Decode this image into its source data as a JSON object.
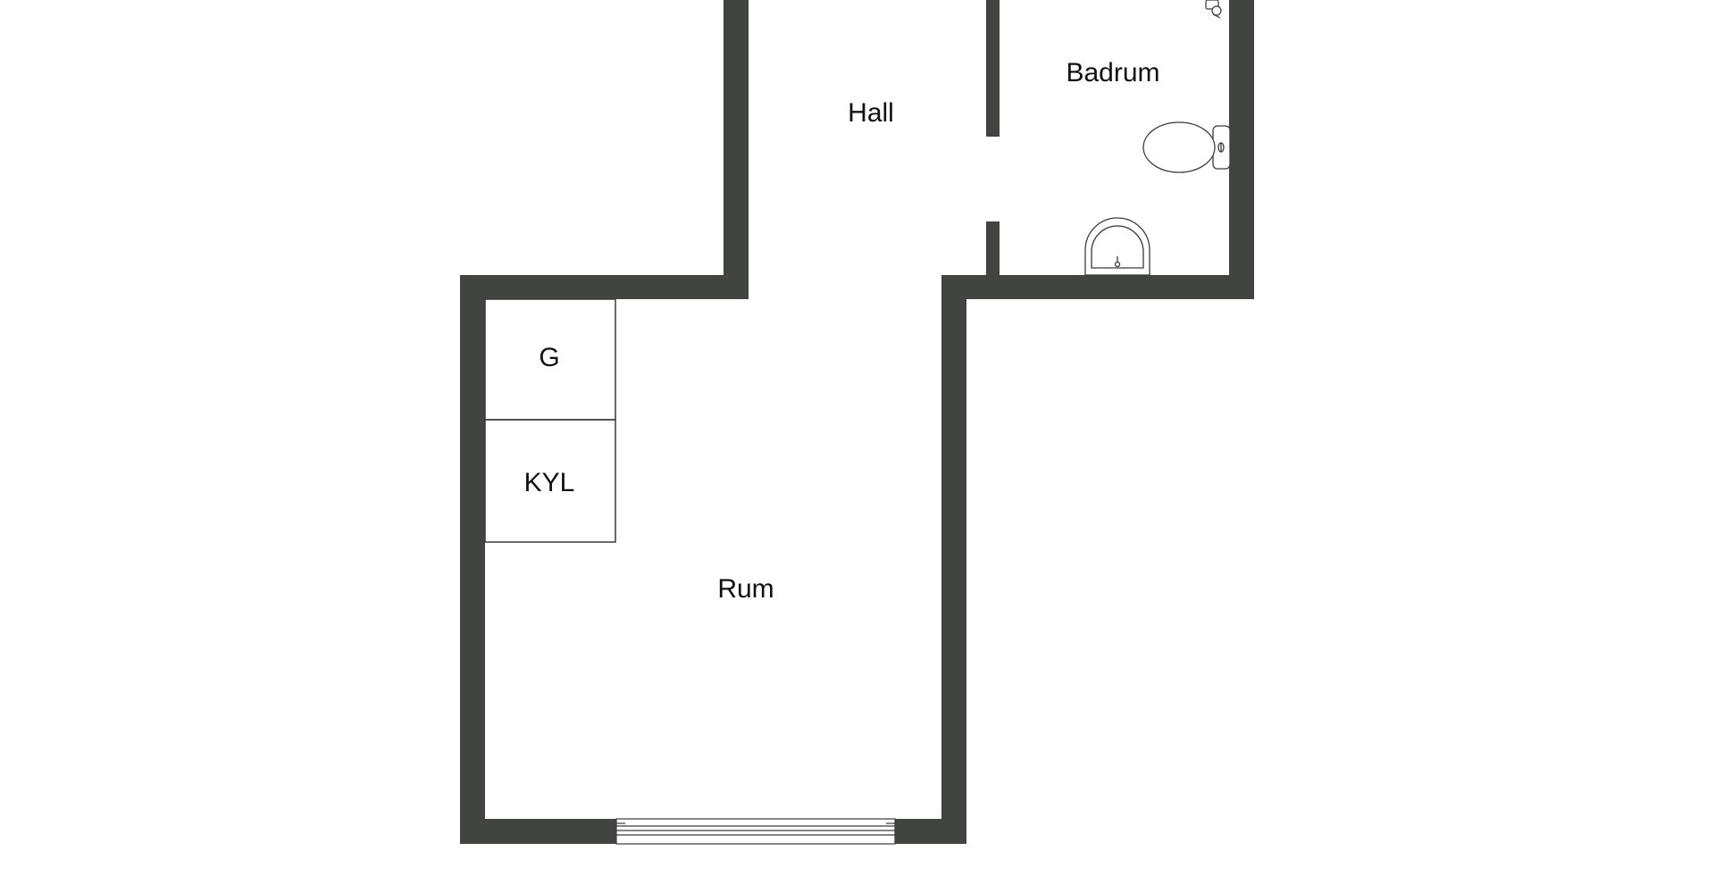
{
  "plan": {
    "rooms": {
      "hall": "Hall",
      "badrum": "Badrum",
      "rum": "Rum"
    },
    "fixtures": {
      "stove": "G",
      "fridge": "KYL"
    }
  },
  "colors": {
    "wall": "#41443f",
    "line": "#3a3a3a",
    "background": "#ffffff"
  }
}
